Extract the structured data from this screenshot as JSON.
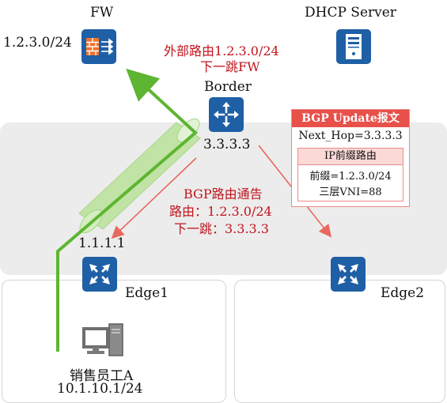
{
  "labels": {
    "fw": "FW",
    "dhcp": "DHCP Server",
    "fw_subnet": "1.2.3.0/24",
    "ext_route_line1": "外部路由1.2.3.0/24",
    "ext_route_line2": "下一跳FW",
    "border": "Border",
    "border_ip": "3.3.3.3",
    "edge1_ip": "1.1.1.1",
    "bgp_notice_line1": "BGP路由通告",
    "bgp_notice_line2": "路由：1.2.3.0/24",
    "bgp_notice_line3": "下一跳：3.3.3.3",
    "edge1": "Edge1",
    "edge2": "Edge2",
    "host_name": "销售员工A",
    "host_ip": "10.1.10.1/24"
  },
  "bgp_update": {
    "title": "BGP Update报文",
    "next_hop": "Next_Hop=3.3.3.3",
    "ip_prefix_title": "IP前缀路由",
    "prefix": "前缀=1.2.3.0/24",
    "l3vni": "三层VNI=88"
  },
  "colors": {
    "device_blue": "#1f5fa6",
    "route_green": "#5db531",
    "tunnel_green": "#bfe3a2",
    "advert_arrow": "#e8685f",
    "label_red": "#c0141c"
  }
}
